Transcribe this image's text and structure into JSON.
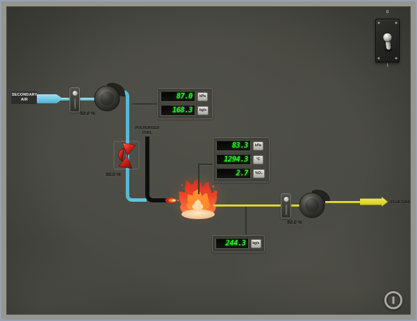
{
  "labels": {
    "secondary_air": "SECONDARY AIR",
    "pulverised_fuel": "PULVERISED FUEL",
    "flue_gas": "FLUE GAS"
  },
  "controls": {
    "secondary_air_fan_pct": "50.0 %",
    "fuel_valve_pct": "50.0 %",
    "flue_gas_fan_pct": "50.0 %"
  },
  "power_switch": {
    "top_label": "0",
    "bottom_label": "I"
  },
  "displays": {
    "secondary_air": [
      {
        "value": "87.0",
        "unit": "kPa"
      },
      {
        "value": "168.3",
        "unit": "kg/s"
      }
    ],
    "furnace": [
      {
        "value": "83.3",
        "unit": "kPa"
      },
      {
        "value": "1294.3",
        "unit": "°C"
      },
      {
        "value": "2.7",
        "unit": "%O₂"
      }
    ],
    "flue_gas": [
      {
        "value": "244.3",
        "unit": "kg/s"
      }
    ]
  },
  "colors": {
    "air_pipe": "#63c2dd",
    "fuel_pipe": "#0e0e0c",
    "flue_pipe": "#ded71f",
    "lcd_green": "#25ef20",
    "valve_red": "#d0241a",
    "background": "#4a4a44"
  }
}
